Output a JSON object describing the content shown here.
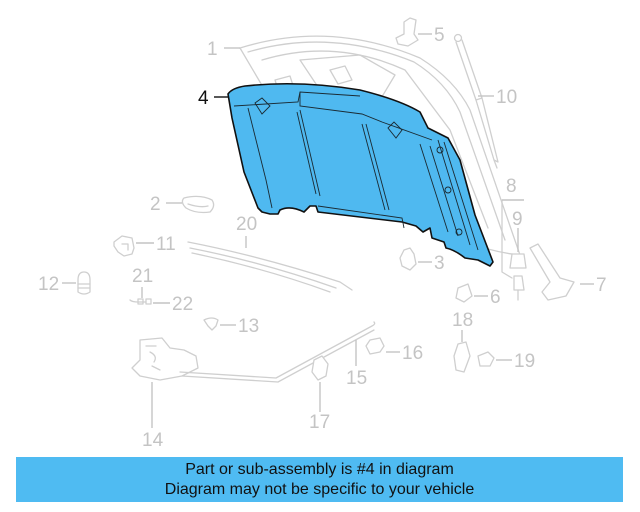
{
  "diagram": {
    "highlight_color": "#4fb9f0",
    "highlighted_part": "4",
    "callouts": [
      {
        "id": "1",
        "label": "1"
      },
      {
        "id": "2",
        "label": "2"
      },
      {
        "id": "3",
        "label": "3"
      },
      {
        "id": "4",
        "label": "4"
      },
      {
        "id": "5",
        "label": "5"
      },
      {
        "id": "6",
        "label": "6"
      },
      {
        "id": "7",
        "label": "7"
      },
      {
        "id": "8",
        "label": "8"
      },
      {
        "id": "9",
        "label": "9"
      },
      {
        "id": "10",
        "label": "10"
      },
      {
        "id": "11",
        "label": "11"
      },
      {
        "id": "12",
        "label": "12"
      },
      {
        "id": "13",
        "label": "13"
      },
      {
        "id": "14",
        "label": "14"
      },
      {
        "id": "15",
        "label": "15"
      },
      {
        "id": "16",
        "label": "16"
      },
      {
        "id": "17",
        "label": "17"
      },
      {
        "id": "18",
        "label": "18"
      },
      {
        "id": "19",
        "label": "19"
      },
      {
        "id": "20",
        "label": "20"
      },
      {
        "id": "21",
        "label": "21"
      },
      {
        "id": "22",
        "label": "22"
      }
    ]
  },
  "banner": {
    "color": "#4fbbf2",
    "line1": "Part or sub-assembly is #4 in diagram",
    "line2": "Diagram may not be specific to your vehicle"
  }
}
